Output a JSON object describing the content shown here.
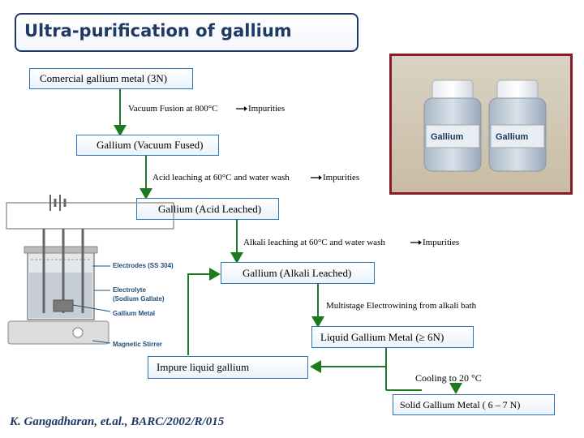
{
  "title": "Ultra-purification of gallium",
  "flow": {
    "box_start": "Comercial gallium metal (3N)",
    "step_1": "Vacuum Fusion at 800°C",
    "step_1_out": "Impurities",
    "box_vacuum": "Gallium (Vacuum Fused)",
    "step_2": "Acid leaching at 60°C and water wash",
    "step_2_out": "Impurities",
    "box_acid": "Gallium (Acid Leached)",
    "step_3": "Alkali leaching at 60°C and water wash",
    "step_3_out": "Impurities",
    "box_alkali": "Gallium (Alkali Leached)",
    "step_4": "Multistage Electrowining from alkali bath",
    "box_liquid": "Liquid Gallium Metal (≥ 6N)",
    "box_impure": "Impure liquid gallium",
    "step_5": "Cooling to 20 °C",
    "box_solid": "Solid Gallium Metal ( 6 – 7 N)"
  },
  "cell_labels": {
    "electrodes": "Electrodes (SS 304)",
    "electrolyte_1": "Electrolyte",
    "electrolyte_2": "(Sodium Gallate)",
    "metal": "Gallium Metal",
    "stirrer": "Magnetic Stirrer"
  },
  "photo": {
    "bottle_label": "Gallium"
  },
  "credit": "K. Gangadharan, et.al., BARC/2002/R/015",
  "colors": {
    "arrow": "#1e7a1e",
    "box_border": "#2e75b6",
    "title": "#1f3864",
    "photo_frame": "#8b1a2b"
  }
}
